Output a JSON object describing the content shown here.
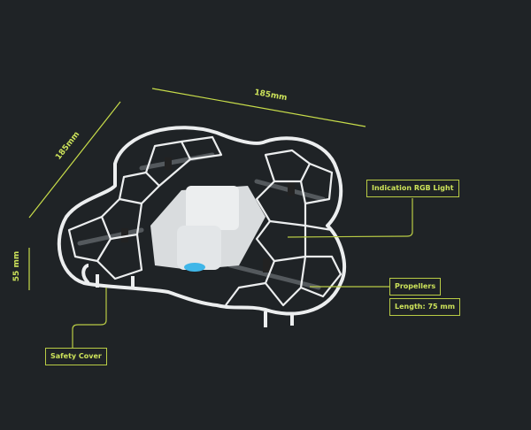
{
  "colors": {
    "background": "#1f2326",
    "accent": "#c8dd4a",
    "frame": "#e9ecee"
  },
  "dimensions": {
    "width": "185mm",
    "depth": "185mm",
    "height": "55 mm"
  },
  "callouts": {
    "rgb_light": "Indication RGB Light",
    "propellers": "Propellers",
    "prop_length": "Length: 75 mm",
    "safety_cover": "Safety Cover"
  }
}
